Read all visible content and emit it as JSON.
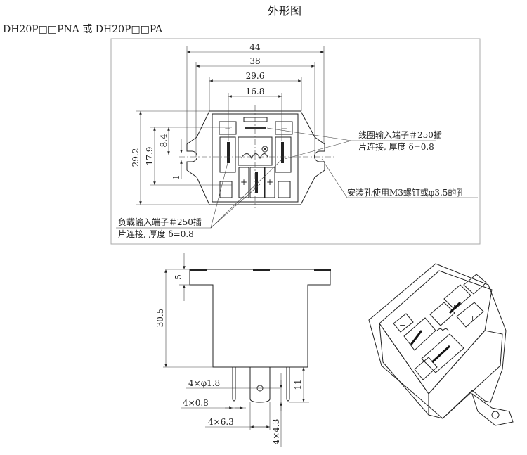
{
  "title": "外形图",
  "model_line": "DH20P□□PNA 或 DH20P□□PA",
  "top_view": {
    "dims_horizontal": [
      "44",
      "38",
      "29.6",
      "16.8"
    ],
    "dims_vertical": [
      "29.2",
      "17.9",
      "8.4",
      "1"
    ],
    "terminal_marks": {
      "minus": "−",
      "plus": "+"
    },
    "coil_note": [
      "线圈输入端子＃250插",
      "片连接, 厚度 δ=0.8"
    ],
    "load_note": [
      "负载输入端子＃250插",
      "片连接, 厚度 δ=0.8"
    ],
    "mount_note": "安装孔使用M3螺钉或φ3.5的孔"
  },
  "side_view": {
    "dims": [
      "5",
      "30.5",
      "11",
      "4×φ1.8",
      "4×0.8",
      "4×6.3",
      "4×4.3"
    ]
  },
  "iso_view": {
    "marks": {
      "minus": "−",
      "plus": "+"
    }
  }
}
